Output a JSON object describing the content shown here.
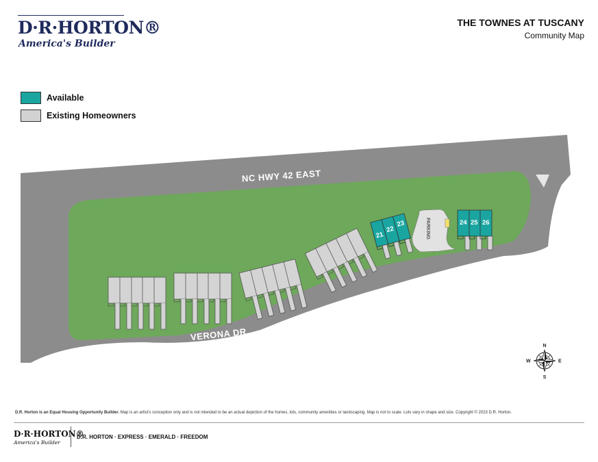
{
  "header": {
    "logo_main": "D·R·HORTON®",
    "logo_tagline": "America's Builder",
    "title": "THE TOWNES AT TUSCANY",
    "subtitle": "Community Map"
  },
  "legend": [
    {
      "label": "Available",
      "color": "#1aa5a0"
    },
    {
      "label": "Existing Homeowners",
      "color": "#d2d2d2"
    }
  ],
  "colors": {
    "road": "#8c8c8c",
    "green": "#6ea85b",
    "available": "#1aa5a0",
    "existing": "#d4d4d4",
    "outline": "#555555"
  },
  "map": {
    "road_north": "NC HWY 42 EAST",
    "road_south": "VERONA DR.",
    "parking_label": "PARKING",
    "available_lots": [
      "21",
      "22",
      "23",
      "24",
      "25",
      "26"
    ],
    "compass": {
      "n": "N",
      "s": "S",
      "e": "E",
      "w": "W"
    }
  },
  "footer": {
    "note_bold": "D.R. Horton is an Equal Housing Opportunity Builder.",
    "note": "Map is an artist's conception only and is not intended to be an actual depiction of the homes, lots, community amenities or landscaping.  Map is not to scale.  Lots vary in shape and size. Copyright © 2023 D.R. Horton.",
    "logo_main": "D·R·HORTON®",
    "logo_tagline": "America's Builder",
    "brands": "D.R. HORTON · EXPRESS · EMERALD · FREEDOM"
  }
}
